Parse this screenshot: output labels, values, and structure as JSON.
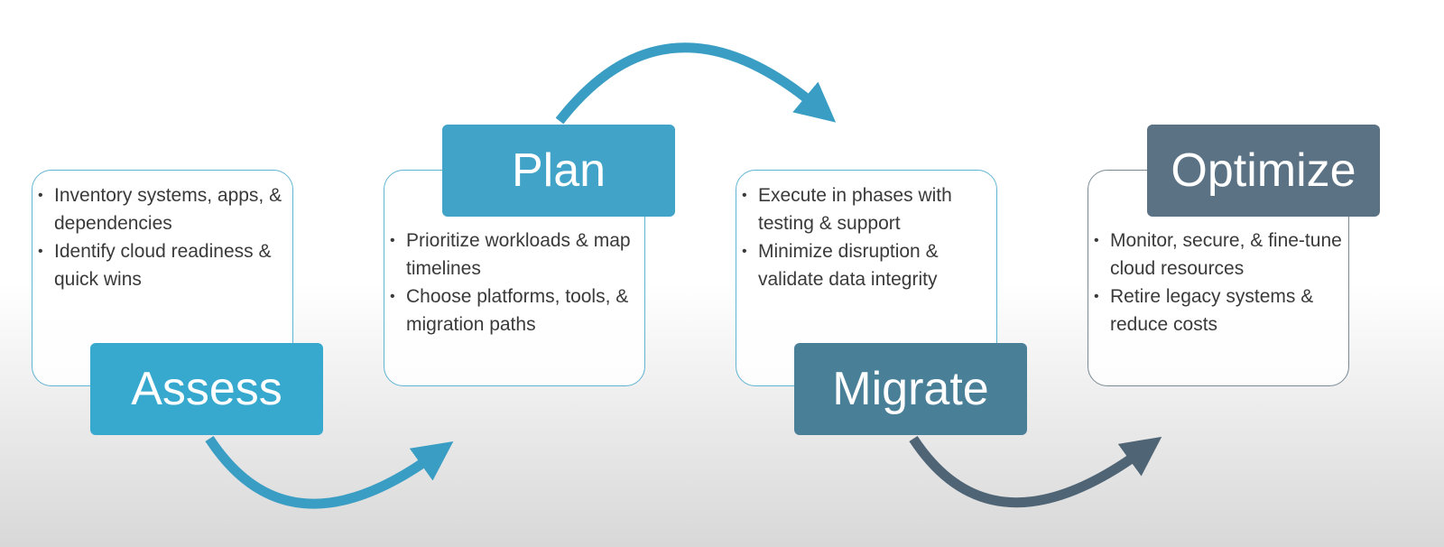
{
  "phases": [
    {
      "title": "Assess",
      "color": "#37a9cf",
      "bullets": [
        "Inventory systems, apps, & dependencies",
        "Identify cloud readiness & quick wins"
      ]
    },
    {
      "title": "Plan",
      "color": "#41a3c8",
      "bullets": [
        "Prioritize workloads & map timelines",
        "Choose platforms, tools, & migration paths"
      ]
    },
    {
      "title": "Migrate",
      "color": "#4a7f98",
      "bullets": [
        "Execute in phases with testing & support",
        "Minimize disruption & validate data integrity"
      ]
    },
    {
      "title": "Optimize",
      "color": "#5b7284",
      "bullets": [
        "Monitor, secure, & fine-tune cloud resources",
        "Retire legacy systems & reduce costs"
      ]
    }
  ],
  "arrow_colors": [
    "#3a9ec4",
    "#3a9ec4",
    "#4f6475"
  ]
}
